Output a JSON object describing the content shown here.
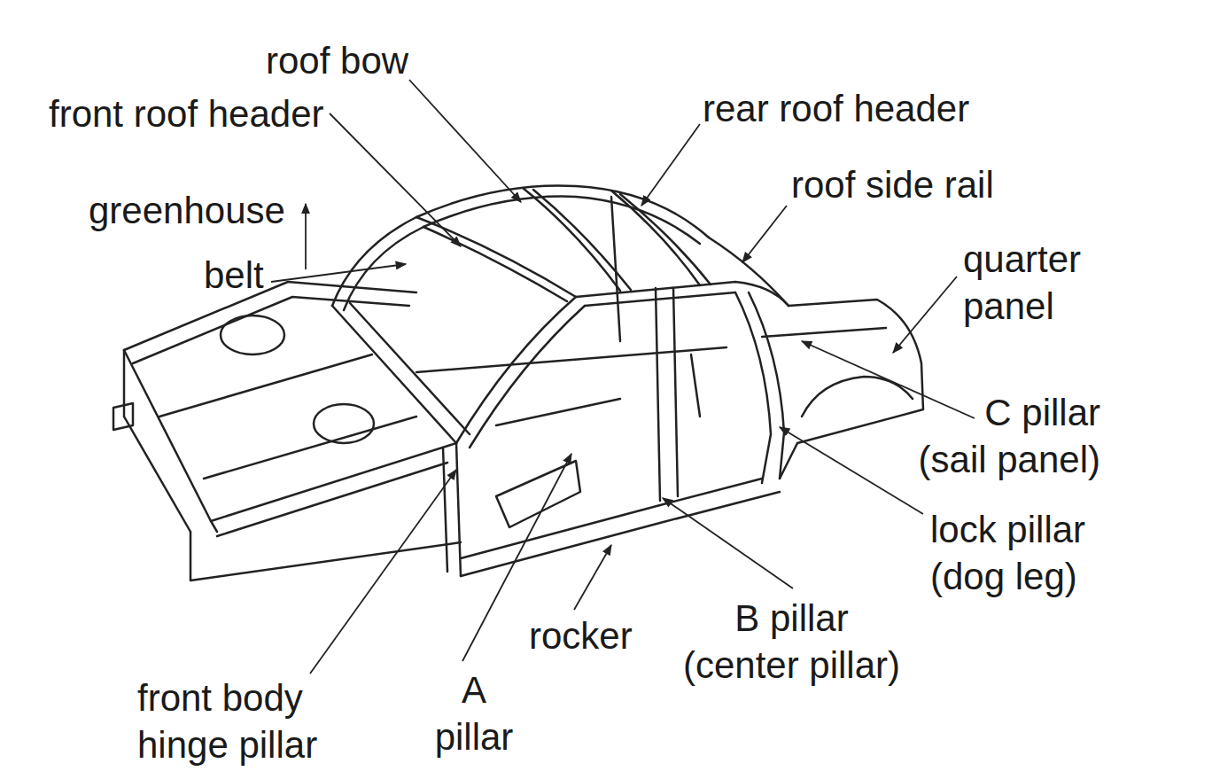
{
  "diagram": {
    "labels": [
      "roof bow",
      "front roof header",
      "rear roof header",
      "roof side rail",
      "greenhouse",
      "belt",
      "quarter panel",
      "C pillar (sail panel)",
      "lock pillar (dog leg)",
      "rocker",
      "B pillar (center pillar)",
      "front body hinge pillar",
      "A pillar"
    ]
  }
}
